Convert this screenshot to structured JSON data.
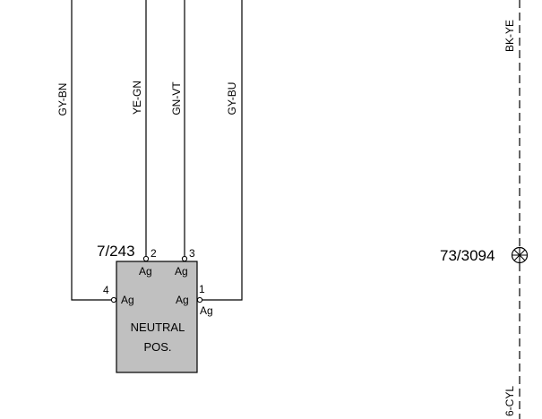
{
  "wires": {
    "gy_bn": "GY-BN",
    "ye_gn": "YE-GN",
    "gn_vt": "GN-VT",
    "gy_bu": "GY-BU",
    "bk_ye": "BK-YE",
    "bottom_right": "6-CYL"
  },
  "component": {
    "ref": "7/243",
    "name_line1": "NEUTRAL",
    "name_line2": "POS.",
    "fill_color": "#c0c0c0",
    "pins": {
      "p1": "1",
      "p2": "2",
      "p3": "3",
      "p4": "4"
    },
    "contacts": {
      "c2": "Ag",
      "c3": "Ag",
      "c4": "Ag",
      "c1": "Ag",
      "c1_outer": "Ag"
    }
  },
  "splice": {
    "ref": "73/3094",
    "icon": "splice-connector-icon"
  }
}
